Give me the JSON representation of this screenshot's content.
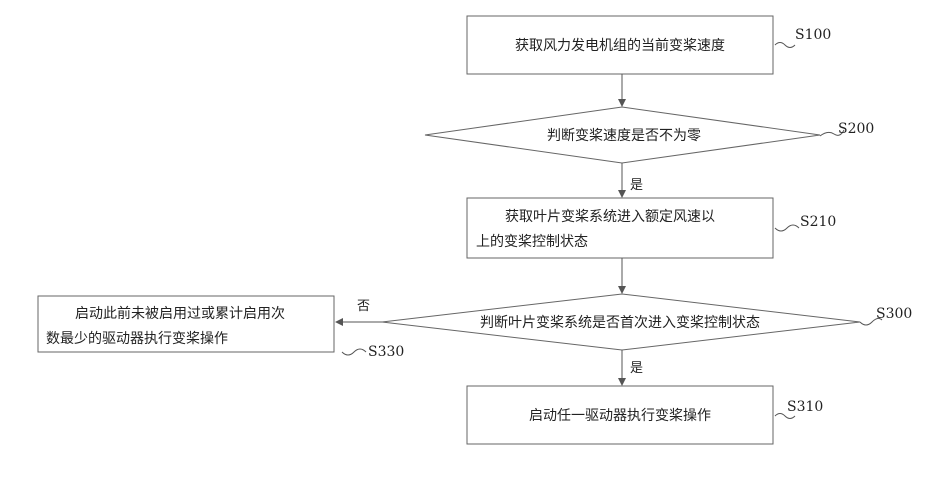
{
  "steps": {
    "s100": {
      "text": "获取风力发电机组的当前变桨速度",
      "id": "S100"
    },
    "s200": {
      "text": "判断变桨速度是否不为零",
      "id": "S200"
    },
    "s210": {
      "line1": "获取叶片变桨系统进入额定风速以",
      "line2": "上的变桨控制状态",
      "id": "S210"
    },
    "s300": {
      "text": "判断叶片变桨系统是否首次进入变桨控制状态",
      "id": "S300"
    },
    "s310": {
      "text": "启动任一驱动器执行变桨操作",
      "id": "S310"
    },
    "s330": {
      "line1": "启动此前未被启用过或累计启用次",
      "line2": "数最少的驱动器执行变桨操作",
      "id": "S330"
    }
  },
  "edges": {
    "s200_yes": "是",
    "s300_yes": "是",
    "s300_no": "否"
  }
}
